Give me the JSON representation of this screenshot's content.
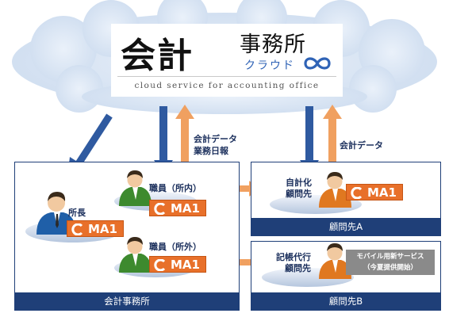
{
  "title": {
    "main": "会計",
    "sub": "事務所",
    "cloud_word": "クラウド",
    "tagline": "cloud service for accounting office"
  },
  "flows": {
    "data_and_reports": [
      "会計データ",
      "業務日報"
    ],
    "data_only": "会計データ"
  },
  "boxes": {
    "office": {
      "footer": "会計事務所"
    },
    "client_a": {
      "footer": "顧問先A"
    },
    "client_b": {
      "footer": "顧問先B"
    }
  },
  "roles": {
    "director": "所長",
    "staff_inside": "職員（所内）",
    "staff_outside": "職員（所外）",
    "self_accounting": [
      "自計化",
      "顧問先"
    ],
    "bookkeeping_proxy": [
      "記帳代行",
      "顧問先"
    ]
  },
  "badge_text": "MA1",
  "service_tag": [
    "モバイル用新サービス",
    "（今夏提供開始）"
  ],
  "colors": {
    "navy": "#1f3f78",
    "arrow_blue": "#2f5aa0",
    "orange": "#f0a060",
    "badge_orange": "#e8702a",
    "gray_tag": "#8a8a8a"
  },
  "icons": [
    "cloud-icon",
    "infinity-icon",
    "person-icon",
    "oma1-logo-icon",
    "double-arrow-icon"
  ]
}
